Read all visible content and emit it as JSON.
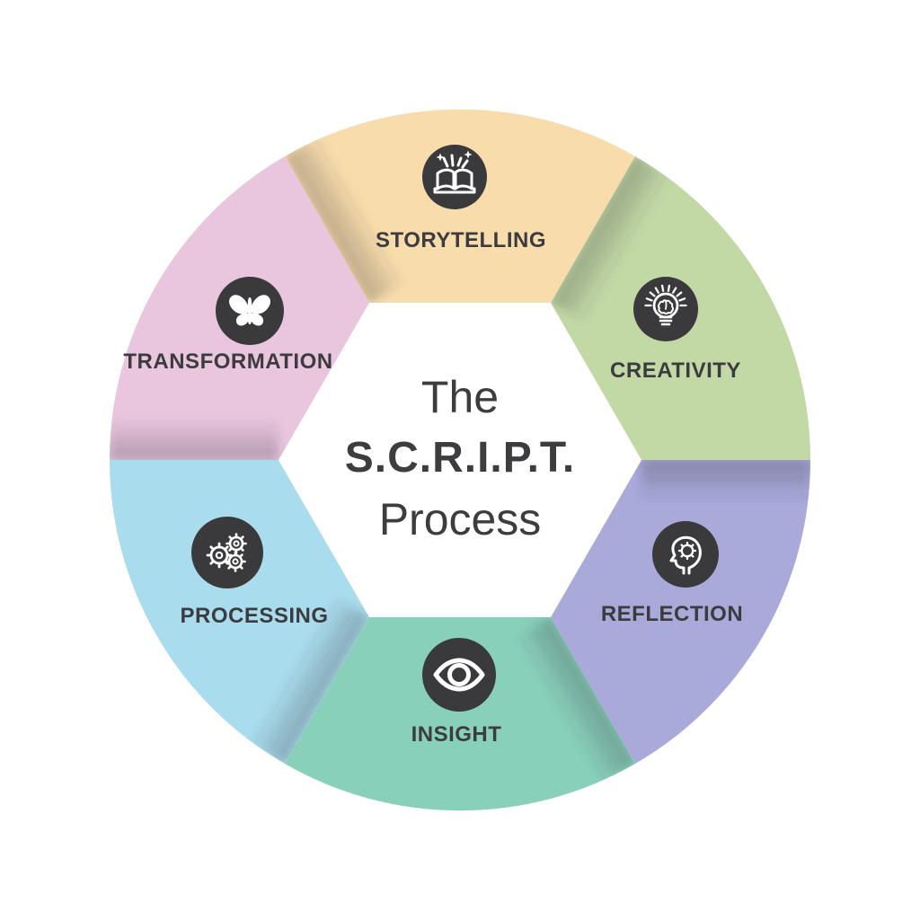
{
  "title": {
    "line1": "The",
    "line2": "S.C.R.I.P.T.",
    "line3": "Process"
  },
  "segments": [
    {
      "label": "STORYTELLING",
      "icon": "book-sparkles-icon",
      "color": "#f8dcab",
      "position": "top"
    },
    {
      "label": "CREATIVITY",
      "icon": "lightbulb-brain-icon",
      "color": "#c3d9a5",
      "position": "top-right"
    },
    {
      "label": "REFLECTION",
      "icon": "head-gear-icon",
      "color": "#a9aada",
      "position": "bottom-right"
    },
    {
      "label": "INSIGHT",
      "icon": "eye-icon",
      "color": "#89d0bb",
      "position": "bottom"
    },
    {
      "label": "PROCESSING",
      "icon": "gears-icon",
      "color": "#a9dcec",
      "position": "bottom-left"
    },
    {
      "label": "TRANSFORMATION",
      "icon": "butterfly-icon",
      "color": "#e9c6de",
      "position": "top-left"
    }
  ],
  "colors": {
    "badge": "#3a3a3c",
    "icon_stroke": "#ffffff",
    "label_text": "#3c3c40",
    "title_text": "#3d3d40",
    "center_background": "#ffffff"
  }
}
